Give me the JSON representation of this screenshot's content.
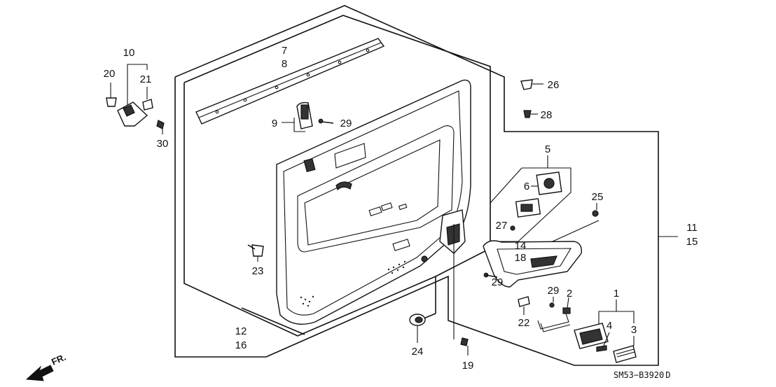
{
  "callouts": {
    "c1": "1",
    "c2": "2",
    "c3": "3",
    "c4": "4",
    "c5": "5",
    "c6": "6",
    "c7": "7",
    "c8": "8",
    "c9": "9",
    "c10": "10",
    "c11": "11",
    "c12": "12",
    "c14": "14",
    "c15": "15",
    "c16": "16",
    "c18": "18",
    "c19": "19",
    "c20": "20",
    "c21": "21",
    "c22": "22",
    "c23": "23",
    "c24": "24",
    "c25": "25",
    "c26": "26",
    "c27": "27",
    "c28": "28",
    "c29a": "29",
    "c29b": "29",
    "c29c": "29",
    "c30": "30"
  },
  "drawing_code": "SM53−B3920",
  "drawing_rev": "D",
  "direction_label": "FR."
}
